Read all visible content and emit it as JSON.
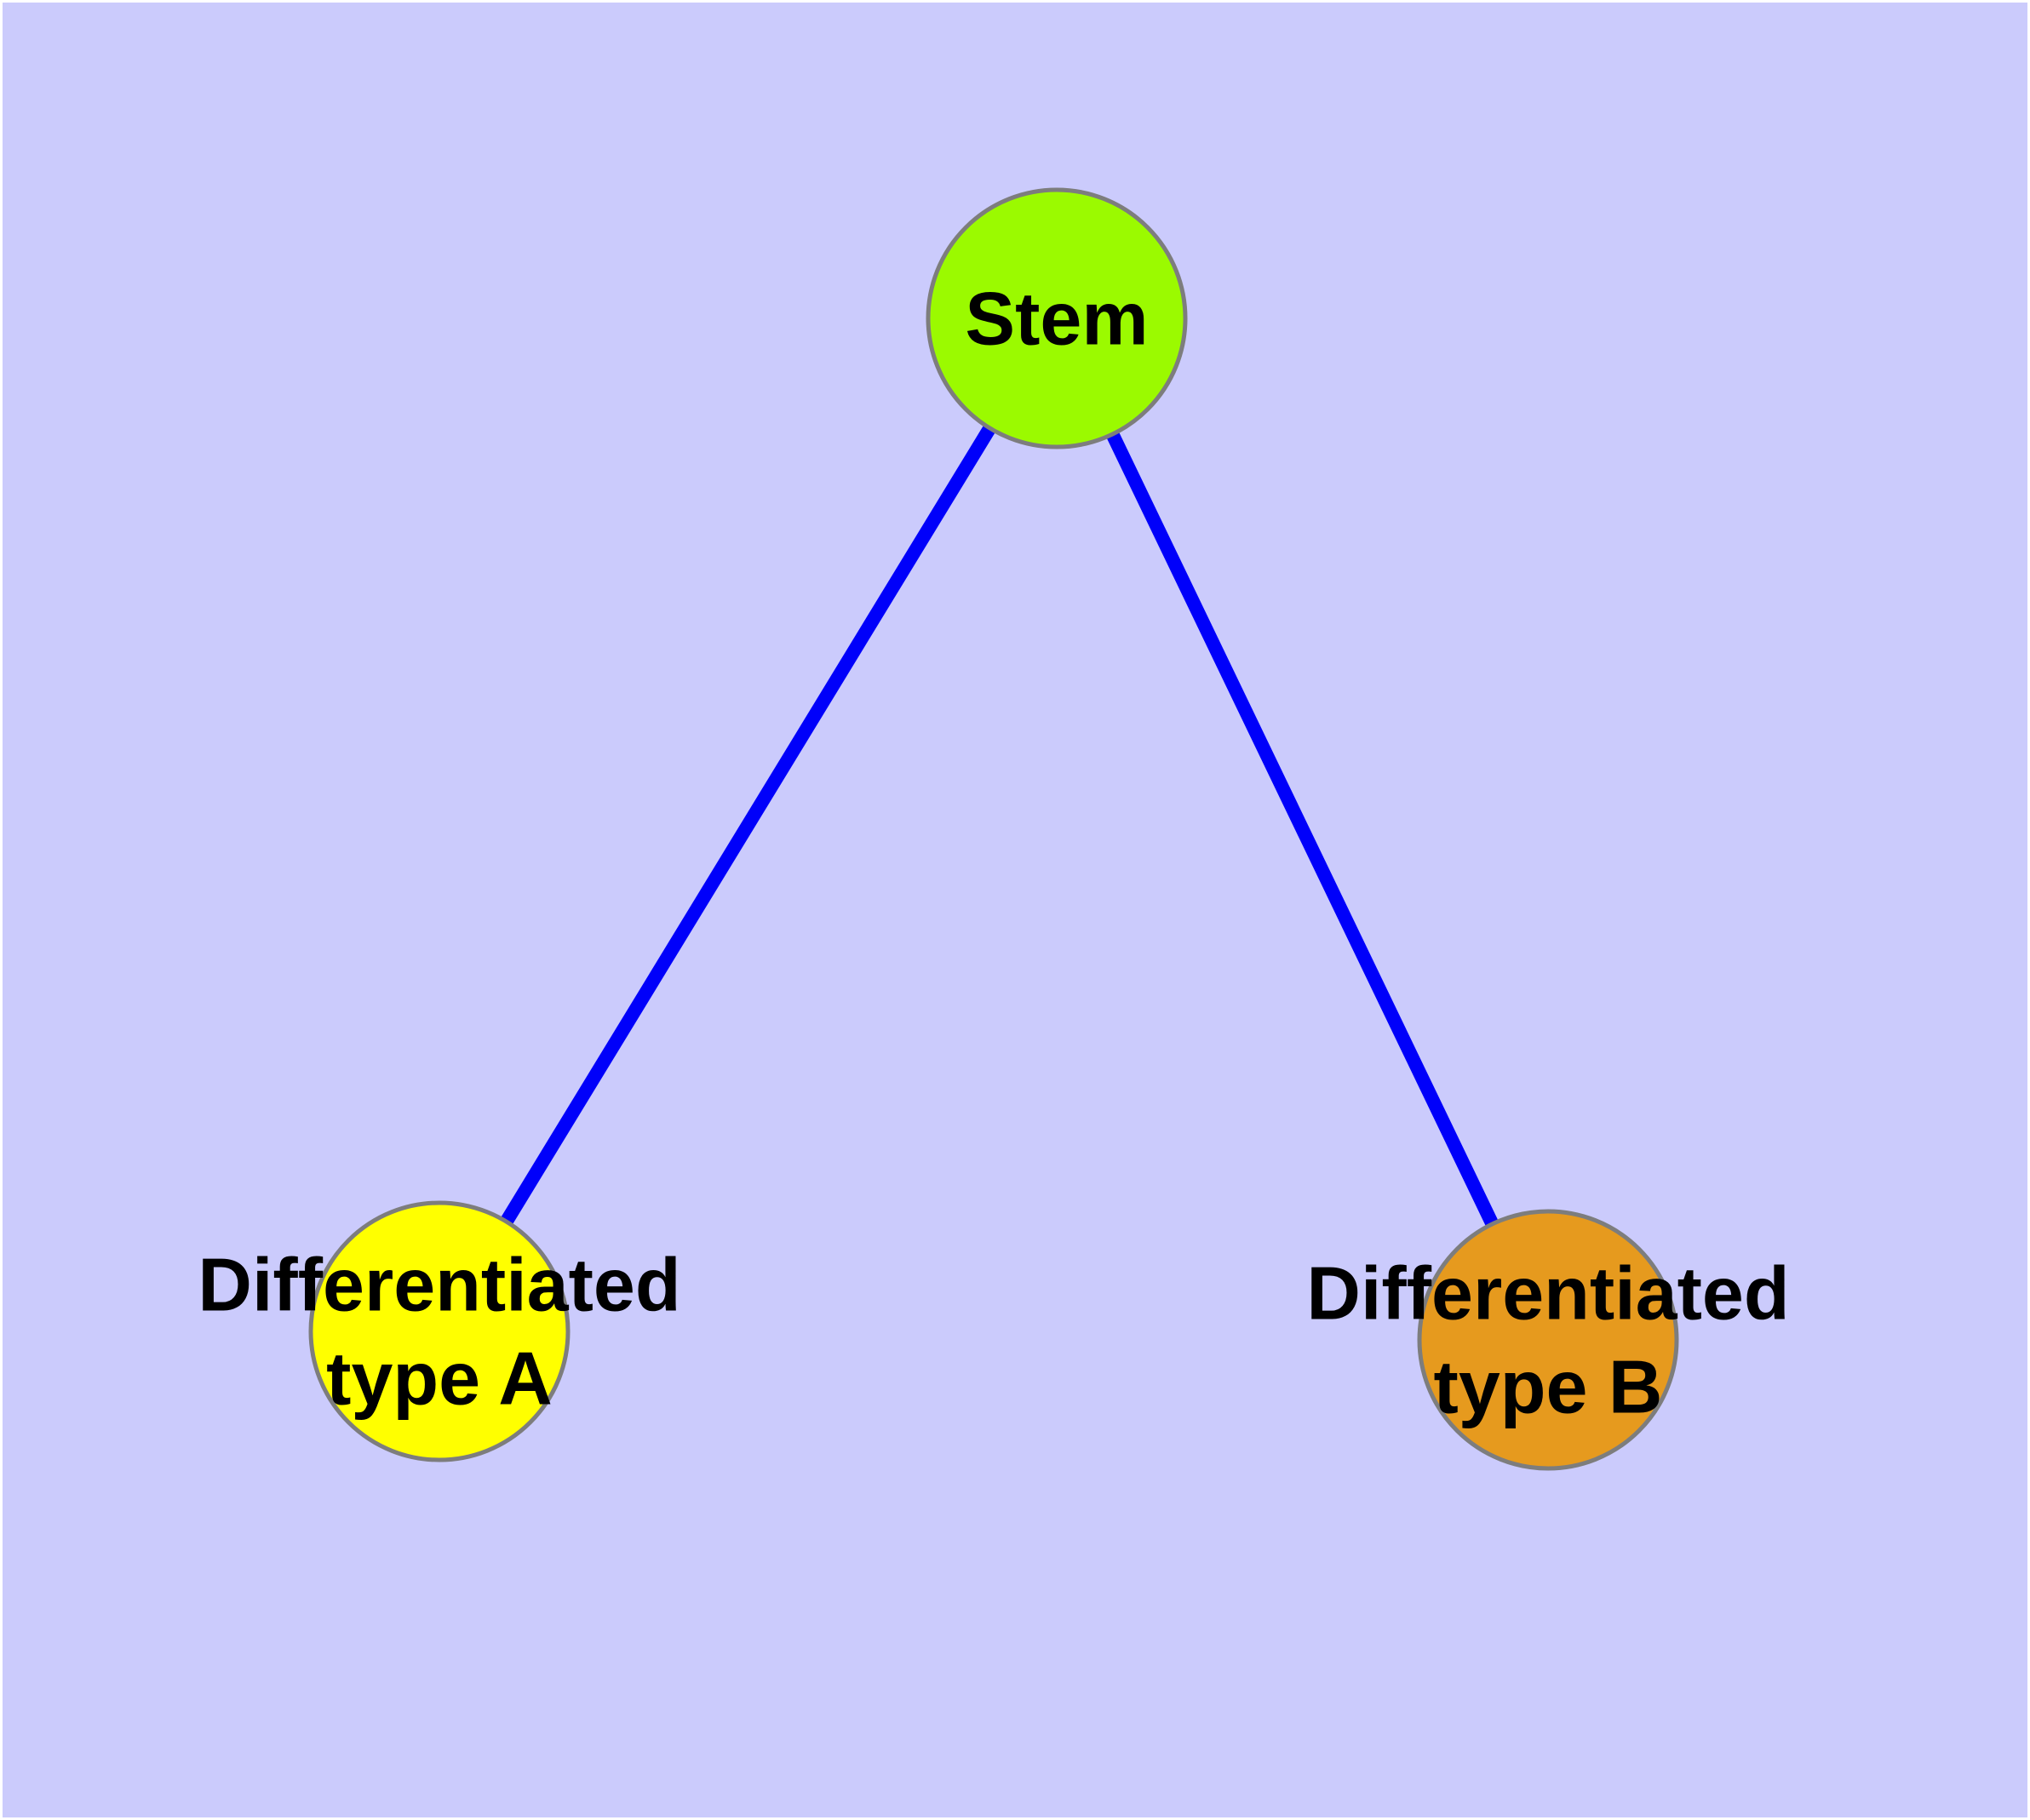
{
  "diagram": {
    "type": "graph",
    "background_color": "#cbcbfc",
    "page_margin_color": "#ffffff",
    "edge_color": "#0000fa",
    "node_border_color": "#7d7d7d",
    "label_color": "#000000",
    "nodes": [
      {
        "id": "stem",
        "label": "Stem",
        "lines": [
          "Stem"
        ],
        "color": "#9bfa00"
      },
      {
        "id": "differentiated-type-a",
        "label": "Differentiated type A",
        "lines": [
          "Differentiated",
          "type A"
        ],
        "color": "#ffff00"
      },
      {
        "id": "differentiated-type-b",
        "label": "Differentiated type B",
        "lines": [
          "Differentiated",
          "type B"
        ],
        "color": "#e69a1e"
      }
    ],
    "edges": [
      {
        "source": "Stem",
        "target": "Differentiated type A"
      },
      {
        "source": "Stem",
        "target": "Differentiated type B"
      }
    ]
  }
}
